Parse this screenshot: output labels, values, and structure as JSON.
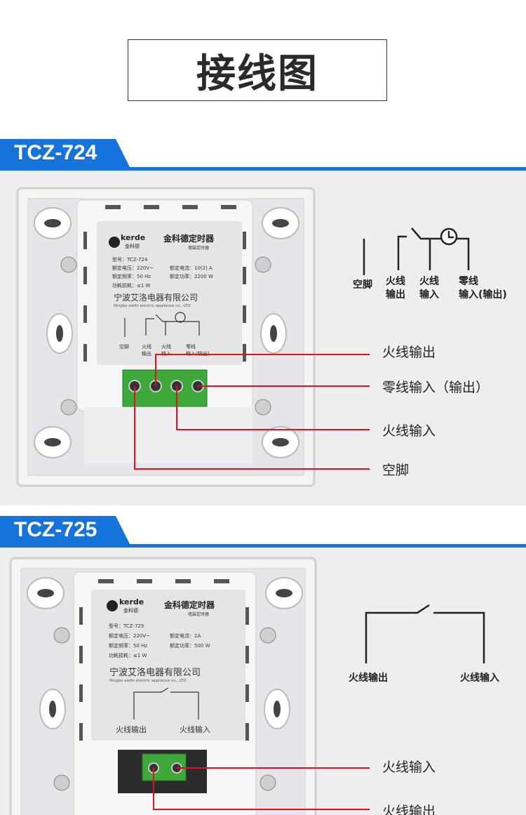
{
  "page_title": "接线图",
  "colors": {
    "accent": "#1673d9",
    "callout_line": "#e0121b",
    "terminal": "#3ea83a"
  },
  "sections": [
    {
      "model": "TCZ-724",
      "label": {
        "brand": "kerde",
        "brand_cn": "金科德",
        "product": "金科德定时器",
        "subtitle": "墙装定时器",
        "model_line": "型号：TCZ-724",
        "voltage": "额定电压：220V~",
        "current": "额定电流：10(2) A",
        "frequency": "额定频率：50 Hz",
        "power": "额定功率：2200 W",
        "consumption": "功耗损耗：≤1 W",
        "company": "宁波艾洛电器有限公司",
        "company_en": "Ningbo aiello electric appliance co., LTD",
        "pins": [
          "空脚",
          "火线\n输出",
          "火线\n输入",
          "零线\n输入(输出)"
        ]
      },
      "diagram_pins": [
        {
          "l1": "空脚",
          "l2": ""
        },
        {
          "l1": "火线",
          "l2": "输出"
        },
        {
          "l1": "火线",
          "l2": "输入"
        },
        {
          "l1": "零线",
          "l2": "输入(输出)"
        }
      ],
      "callouts": [
        "火线输出",
        "零线输入（输出）",
        "火线输入",
        "空脚"
      ]
    },
    {
      "model": "TCZ-725",
      "label": {
        "brand": "kerde",
        "brand_cn": "金科德",
        "product": "金科德定时器",
        "subtitle": "墙装定时器",
        "model_line": "型号：TCZ-725",
        "voltage": "额定电压：220V~",
        "current": "额定电流：2A",
        "frequency": "额定频率：50 Hz",
        "power": "额定功率：500 W",
        "consumption": "功耗损耗：≤1 W",
        "company": "宁波艾洛电器有限公司",
        "company_en": "Ningbo aiello electric appliance co., LTD",
        "pins": [
          "火线输出",
          "火线输入"
        ]
      },
      "diagram_pins": [
        "火线输出",
        "火线输入"
      ],
      "callouts": [
        "火线输入",
        "火线输出"
      ]
    }
  ]
}
